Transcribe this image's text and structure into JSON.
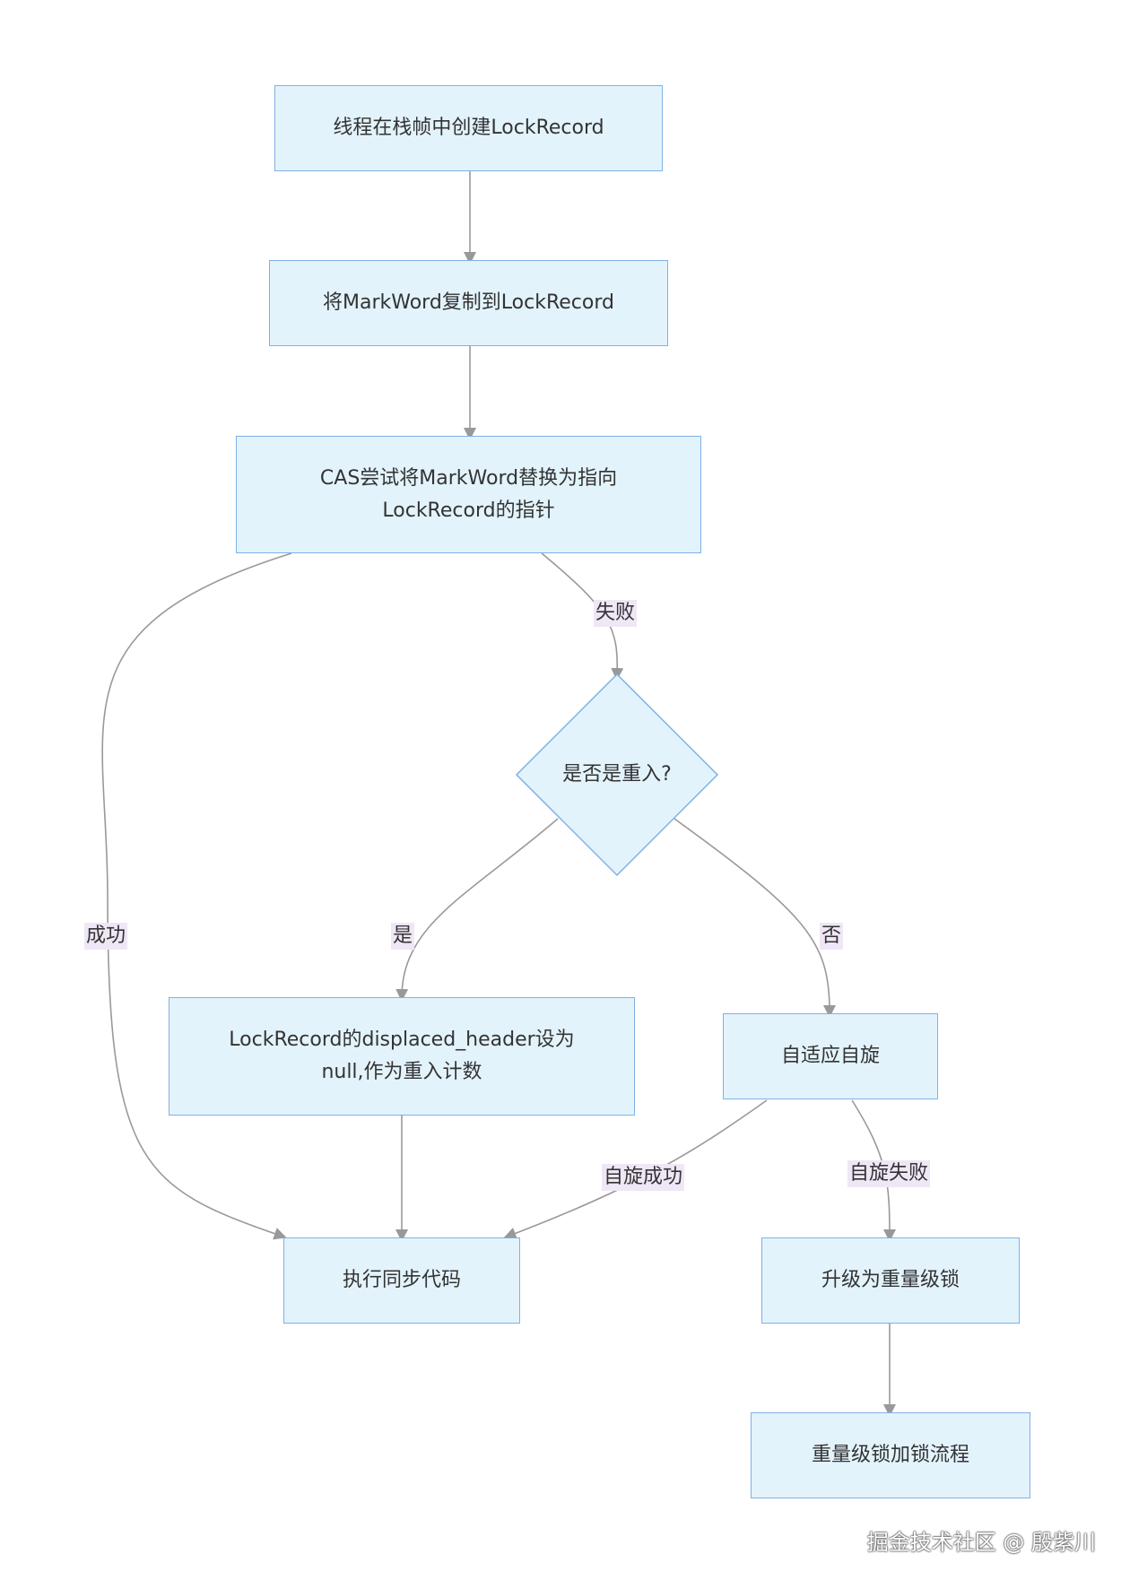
{
  "nodes": {
    "create_lock_record": "线程在栈帧中创建LockRecord",
    "copy_markword": "将MarkWord复制到LockRecord",
    "cas_line1": "CAS尝试将MarkWord替换为指向",
    "cas_line2": "LockRecord的指针",
    "is_reentrant": "是否是重入?",
    "set_null_line1": "LockRecord的displaced_header设为",
    "set_null_line2": "null,作为重入计数",
    "adaptive_spin": "自适应自旋",
    "execute_sync": "执行同步代码",
    "upgrade_heavy": "升级为重量级锁",
    "heavy_lock_flow": "重量级锁加锁流程"
  },
  "edges": {
    "success": "成功",
    "fail": "失败",
    "yes": "是",
    "no": "否",
    "spin_success": "自旋成功",
    "spin_fail": "自旋失败"
  },
  "colors": {
    "node_fill": "#e3f3fc",
    "node_border": "#7fb1e6",
    "edge": "#999999",
    "label_bg": "#efe6f6"
  },
  "watermark": "掘金技术社区 @ 殷紫川"
}
